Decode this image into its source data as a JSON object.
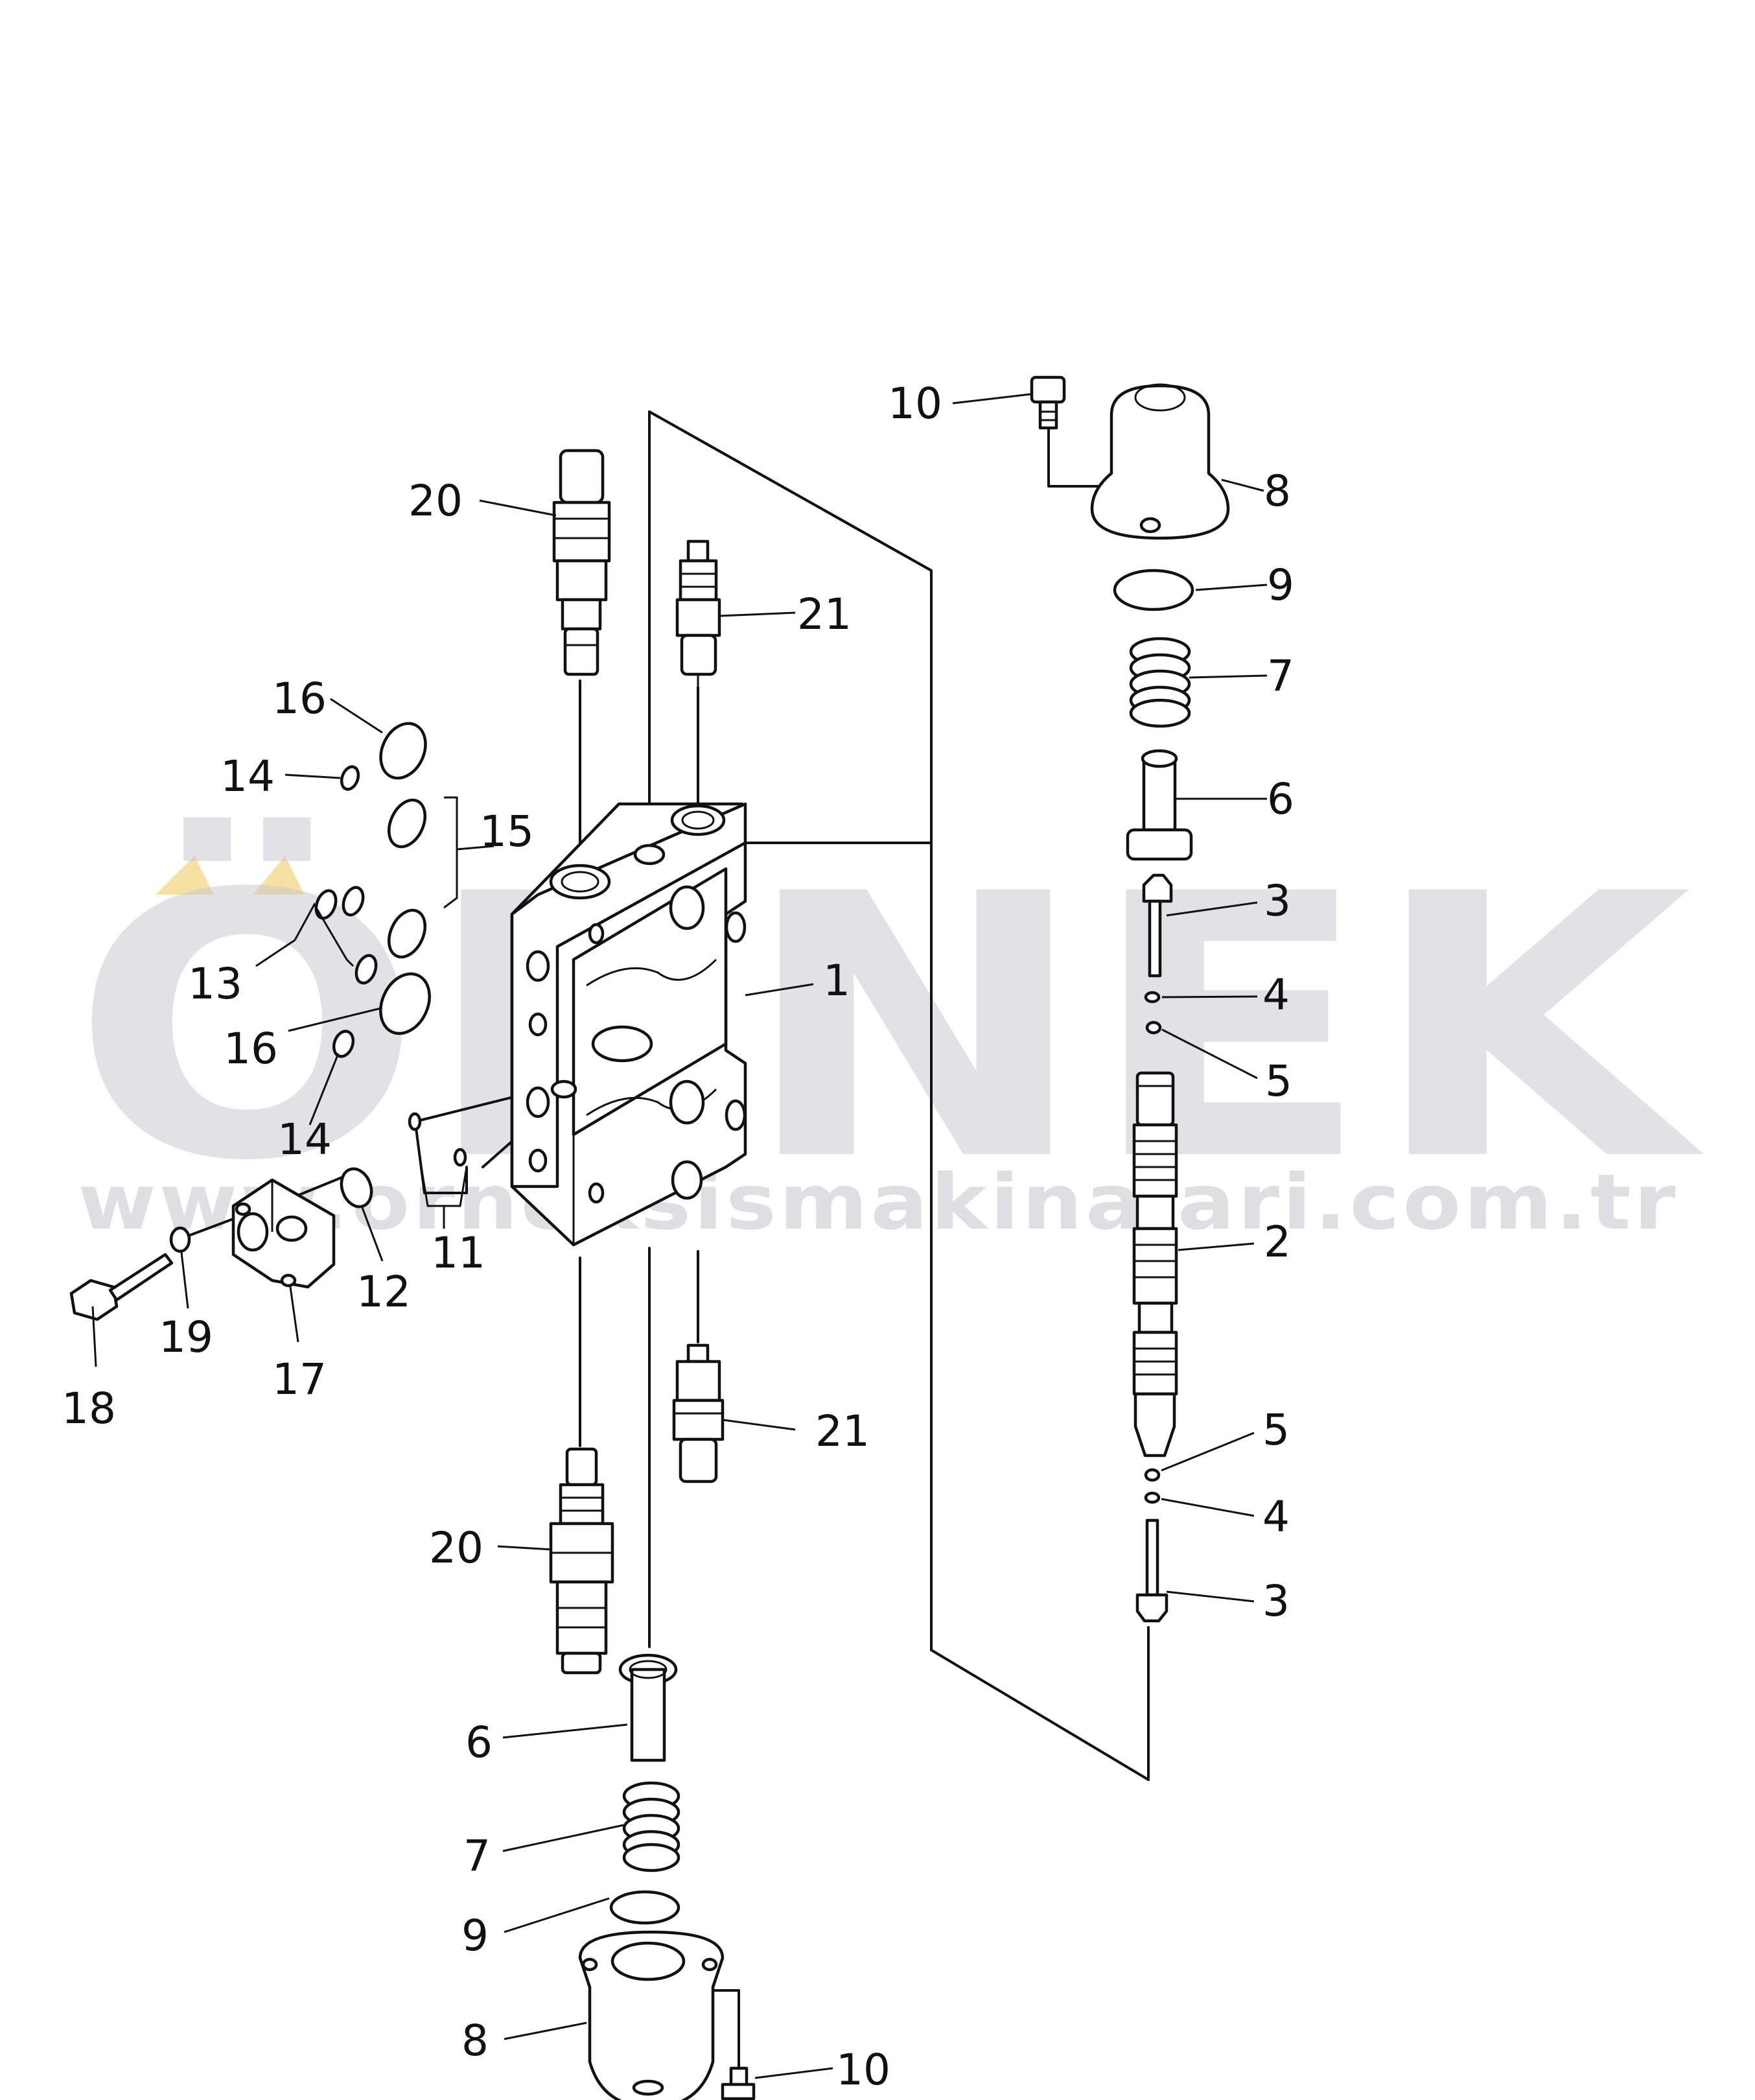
{
  "watermark": {
    "brand": "ÖRNEK",
    "url": "www.orneksismakinalari.com.tr",
    "accent_color": "#f2d98a",
    "text_color": "#c9c9d2"
  },
  "labels": {
    "l1": "1",
    "l2": "2",
    "l3a": "3",
    "l3b": "3",
    "l4a": "4",
    "l4b": "4",
    "l5a": "5",
    "l5b": "5",
    "l6a": "6",
    "l6b": "6",
    "l7a": "7",
    "l7b": "7",
    "l8a": "8",
    "l8b": "8",
    "l9a": "9",
    "l9b": "9",
    "l10a": "10",
    "l10b": "10",
    "l11": "11",
    "l12": "12",
    "l13": "13",
    "l14a": "14",
    "l14b": "14",
    "l15": "15",
    "l16a": "16",
    "l16b": "16",
    "l17": "17",
    "l18": "18",
    "l19": "19",
    "l20a": "20",
    "l20b": "20",
    "l21a": "21",
    "l21b": "21"
  }
}
